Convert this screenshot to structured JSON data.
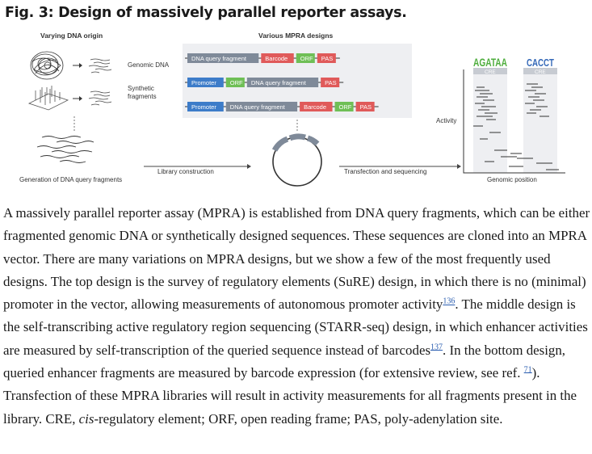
{
  "figure_title": "Fig. 3: Design of massively parallel reporter assays.",
  "panel": {
    "varying_dna_origin": "Varying DNA origin",
    "various_mpra_designs": "Various MPRA designs",
    "genomic_dna": "Genomic DNA",
    "synthetic_fragments_line1": "Synthetic",
    "synthetic_fragments_line2": "fragments",
    "generation_label": "Generation of DNA query fragments",
    "library_construction": "Library construction",
    "transfection_sequencing": "Transfection and sequencing",
    "activity": "Activity",
    "genomic_position": "Genomic position",
    "cre": "CRE",
    "motif1": "AGATAA",
    "motif2": "CACCT"
  },
  "designs": [
    {
      "segments": [
        {
          "label": "DNA query fragment",
          "color": "#7f8a99"
        },
        {
          "label": "Barcode",
          "color": "#e05a5a"
        },
        {
          "label": "ORF",
          "color": "#6fbf56"
        },
        {
          "label": "PAS",
          "color": "#e05a5a"
        }
      ]
    },
    {
      "segments": [
        {
          "label": "Promoter",
          "color": "#3d7cc9"
        },
        {
          "label": "ORF",
          "color": "#6fbf56"
        },
        {
          "label": "DNA query fragment",
          "color": "#7f8a99"
        },
        {
          "label": "PAS",
          "color": "#e05a5a"
        }
      ]
    },
    {
      "segments": [
        {
          "label": "Promoter",
          "color": "#3d7cc9"
        },
        {
          "label": "DNA query fragment",
          "color": "#7f8a99"
        },
        {
          "label": "Barcode",
          "color": "#e05a5a"
        },
        {
          "label": "ORF",
          "color": "#6fbf56"
        },
        {
          "label": "PAS",
          "color": "#e05a5a"
        }
      ]
    }
  ],
  "caption": {
    "p1": "A massively parallel reporter assay (MPRA) is established from DNA query fragments, which can be either fragmented genomic DNA or synthetically designed sequences. These sequences are cloned into an MPRA vector. There are many variations on MPRA designs, but we show a few of the most frequently used designs. The top design is the survey of regulatory elements (SuRE) design, in which there is no (minimal) promoter in the vector, allowing measurements of autonomous promoter activity",
    "ref1": "136",
    "p2": ". The middle design is the self-transcribing active regulatory region sequencing (STARR-seq) design, in which enhancer activities are measured by self-transcription of the queried sequence instead of barcodes",
    "ref2": "137",
    "p3": ". In the bottom design, queried enhancer fragments are measured by barcode expression (for extensive review, see ref. ",
    "ref3": "71",
    "p4": "). Transfection of these MPRA libraries will result in activity measurements for all fragments present in the library. CRE, ",
    "p4_italic": "cis",
    "p5": "-regulatory element; ORF, open reading frame; PAS, poly-adenylation site."
  },
  "colors": {
    "grey_fragment": "#7f8a99",
    "red": "#e05a5a",
    "green": "#6fbf56",
    "blue": "#3d7cc9",
    "panel_bg": "#eeeff2",
    "motif_green": "#4fae3e",
    "motif_blue": "#3569b8"
  }
}
